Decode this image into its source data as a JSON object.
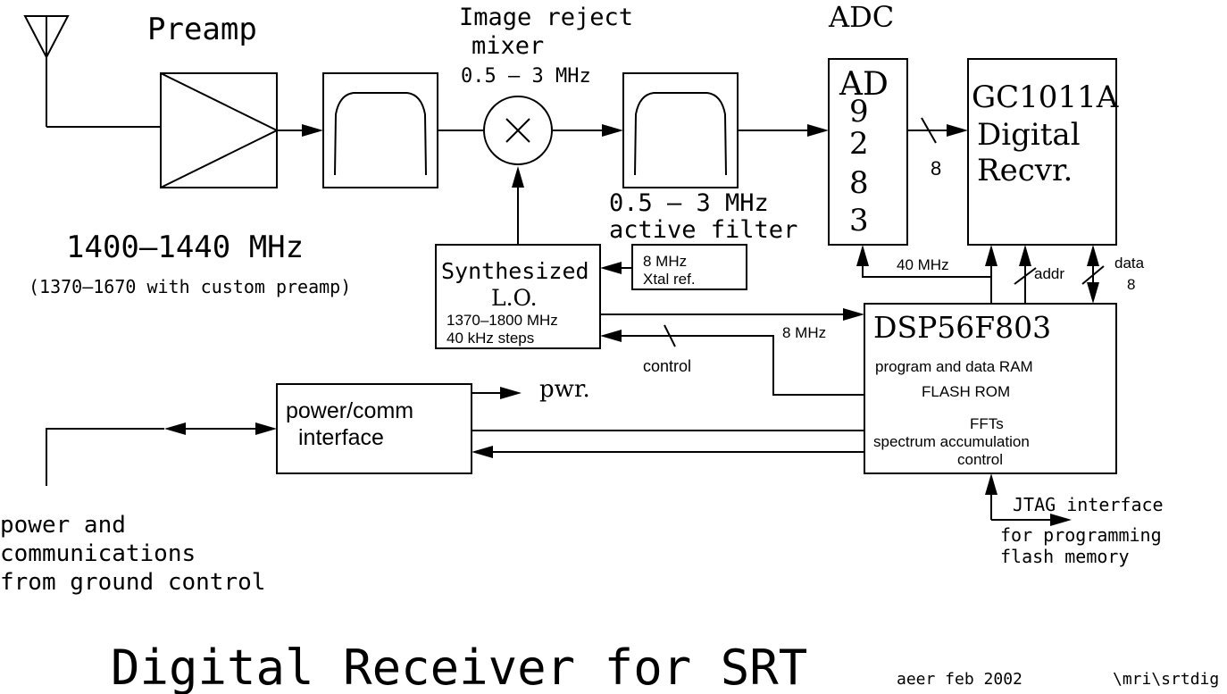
{
  "labels": {
    "preamp": "Preamp",
    "mixer_line1": "Image reject",
    "mixer_line2": "mixer",
    "mixer_freq": "0.5 – 3 MHz",
    "adc": "ADC",
    "rf_band": "1400–1440 MHz",
    "rf_band_note": "(1370–1670 with custom preamp)",
    "filter_line1": "0.5 – 3 MHz",
    "filter_line2": "active filter",
    "adc_chip": [
      "AD",
      "9",
      "2",
      "8",
      "3"
    ],
    "adc_bits": "8",
    "receiver_line1": "GC1011A",
    "receiver_line2": "Digital",
    "receiver_line3": "Recvr.",
    "synth_line1": "Synthesized",
    "synth_line2": "L.O.",
    "synth_line3": "1370–1800 MHz",
    "synth_line4": "40 kHz steps",
    "xtal_line1": "8 MHz",
    "xtal_line2": "Xtal ref.",
    "clk_40": "40 MHz",
    "addr": "addr",
    "data_line1": "data",
    "data_line2": "8",
    "clk_8": "8 MHz",
    "control": "control",
    "dsp_title": "DSP56F803",
    "dsp_line1": "program and data RAM",
    "dsp_line2": "FLASH ROM",
    "dsp_line3": "FFTs",
    "dsp_line4": "spectrum accumulation",
    "dsp_line5": "control",
    "pwr": "pwr.",
    "comm_line1": "power/comm",
    "comm_line2": "interface",
    "ground_line1": "power and",
    "ground_line2": "communications",
    "ground_line3": "from ground control",
    "jtag_line1": "JTAG interface",
    "jtag_line2": "for programming",
    "jtag_line3": "flash memory",
    "title": "Digital Receiver for SRT",
    "credit": "aeer feb 2002",
    "file": "\\mri\\srtdig"
  }
}
